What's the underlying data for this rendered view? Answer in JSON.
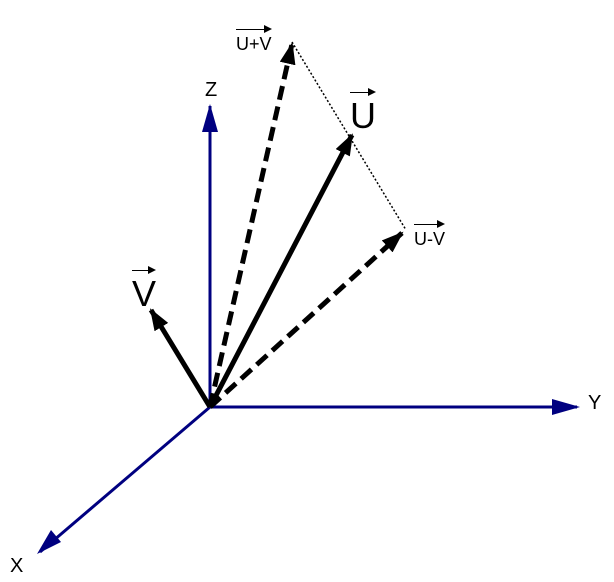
{
  "diagram": {
    "axes": {
      "x_label": "X",
      "y_label": "Y",
      "z_label": "Z",
      "color": "#000080"
    },
    "vectors": {
      "u_label": "U",
      "v_label": "V",
      "u_plus_v_label": "U+V",
      "u_minus_v_label": "U-V",
      "color": "#000000"
    }
  }
}
